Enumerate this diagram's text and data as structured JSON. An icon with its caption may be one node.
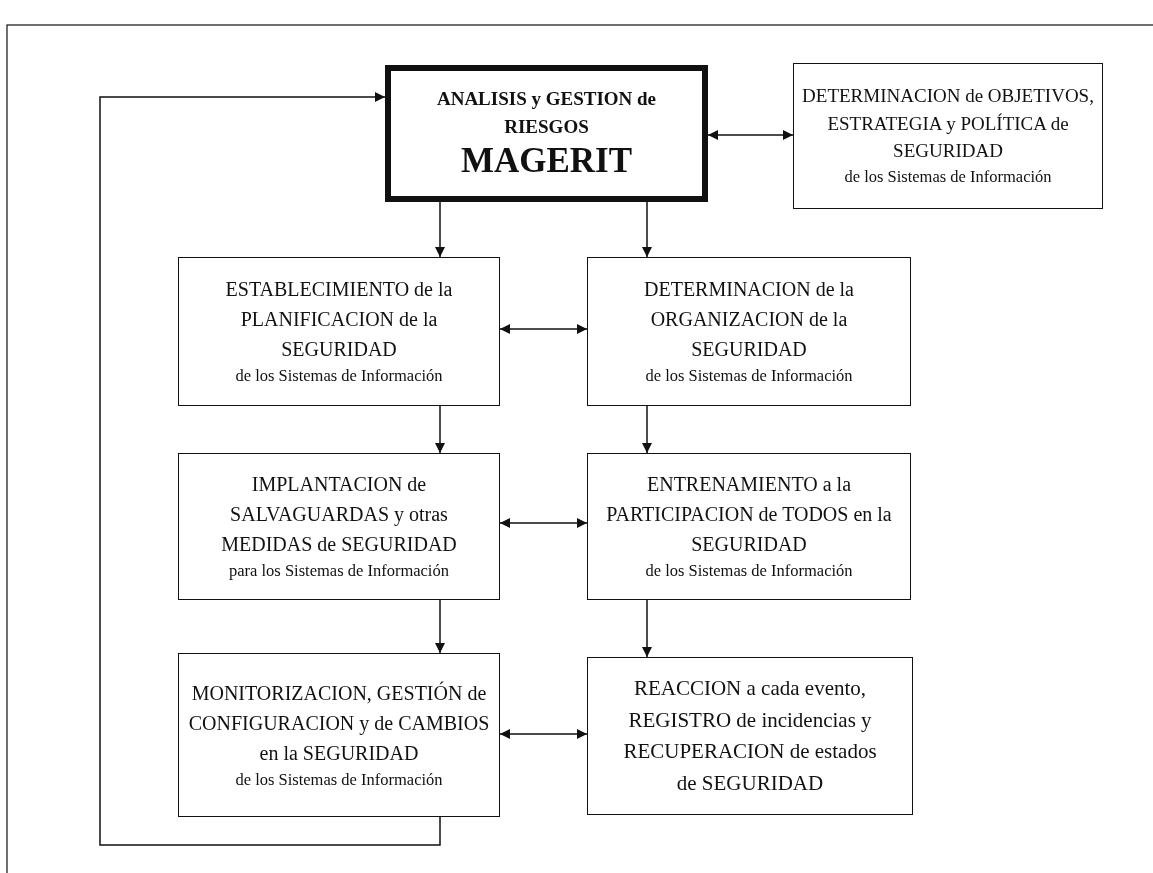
{
  "diagram": {
    "nodes": [
      {
        "text": [
          "ANALISIS y GESTION de RIESGOS",
          "MAGERIT"
        ]
      },
      {
        "text": [
          "DETERMINACION de OBJETIVOS, ESTRATEGIA y POLÍTICA de SEGURIDAD",
          "de los Sistemas de Información"
        ]
      },
      {
        "text": [
          "ESTABLECIMIENTO de la PLANIFICACION de la SEGURIDAD",
          "de los Sistemas de Información"
        ]
      },
      {
        "text": [
          "DETERMINACION de la ORGANIZACION de la SEGURIDAD",
          "de los Sistemas de Información"
        ]
      },
      {
        "text": [
          "IMPLANTACION de SALVAGUARDAS y otras MEDIDAS de SEGURIDAD",
          "para los Sistemas de Información"
        ]
      },
      {
        "text": [
          "ENTRENAMIENTO a la PARTICIPACION de TODOS en la SEGURIDAD",
          "de los Sistemas de Información"
        ]
      },
      {
        "text": [
          "MONITORIZACION, GESTIÓN de CONFIGURACION y de CAMBIOS en la SEGURIDAD",
          "de los Sistemas de Información"
        ]
      },
      {
        "text": [
          "REACCION a cada evento, REGISTRO de incidencias y RECUPERACION de estados de SEGURIDAD"
        ]
      }
    ],
    "edges": [
      {
        "from": 0,
        "to": 1,
        "arrow": "both"
      },
      {
        "from": 0,
        "to": 2,
        "arrow": "to"
      },
      {
        "from": 0,
        "to": 3,
        "arrow": "to"
      },
      {
        "from": 2,
        "to": 3,
        "arrow": "both"
      },
      {
        "from": 2,
        "to": 4,
        "arrow": "to"
      },
      {
        "from": 3,
        "to": 5,
        "arrow": "to"
      },
      {
        "from": 4,
        "to": 5,
        "arrow": "both"
      },
      {
        "from": 4,
        "to": 6,
        "arrow": "to"
      },
      {
        "from": 5,
        "to": 7,
        "arrow": "to"
      },
      {
        "from": 6,
        "to": 7,
        "arrow": "both"
      },
      {
        "from": 6,
        "to": 0,
        "arrow": "to"
      }
    ]
  }
}
